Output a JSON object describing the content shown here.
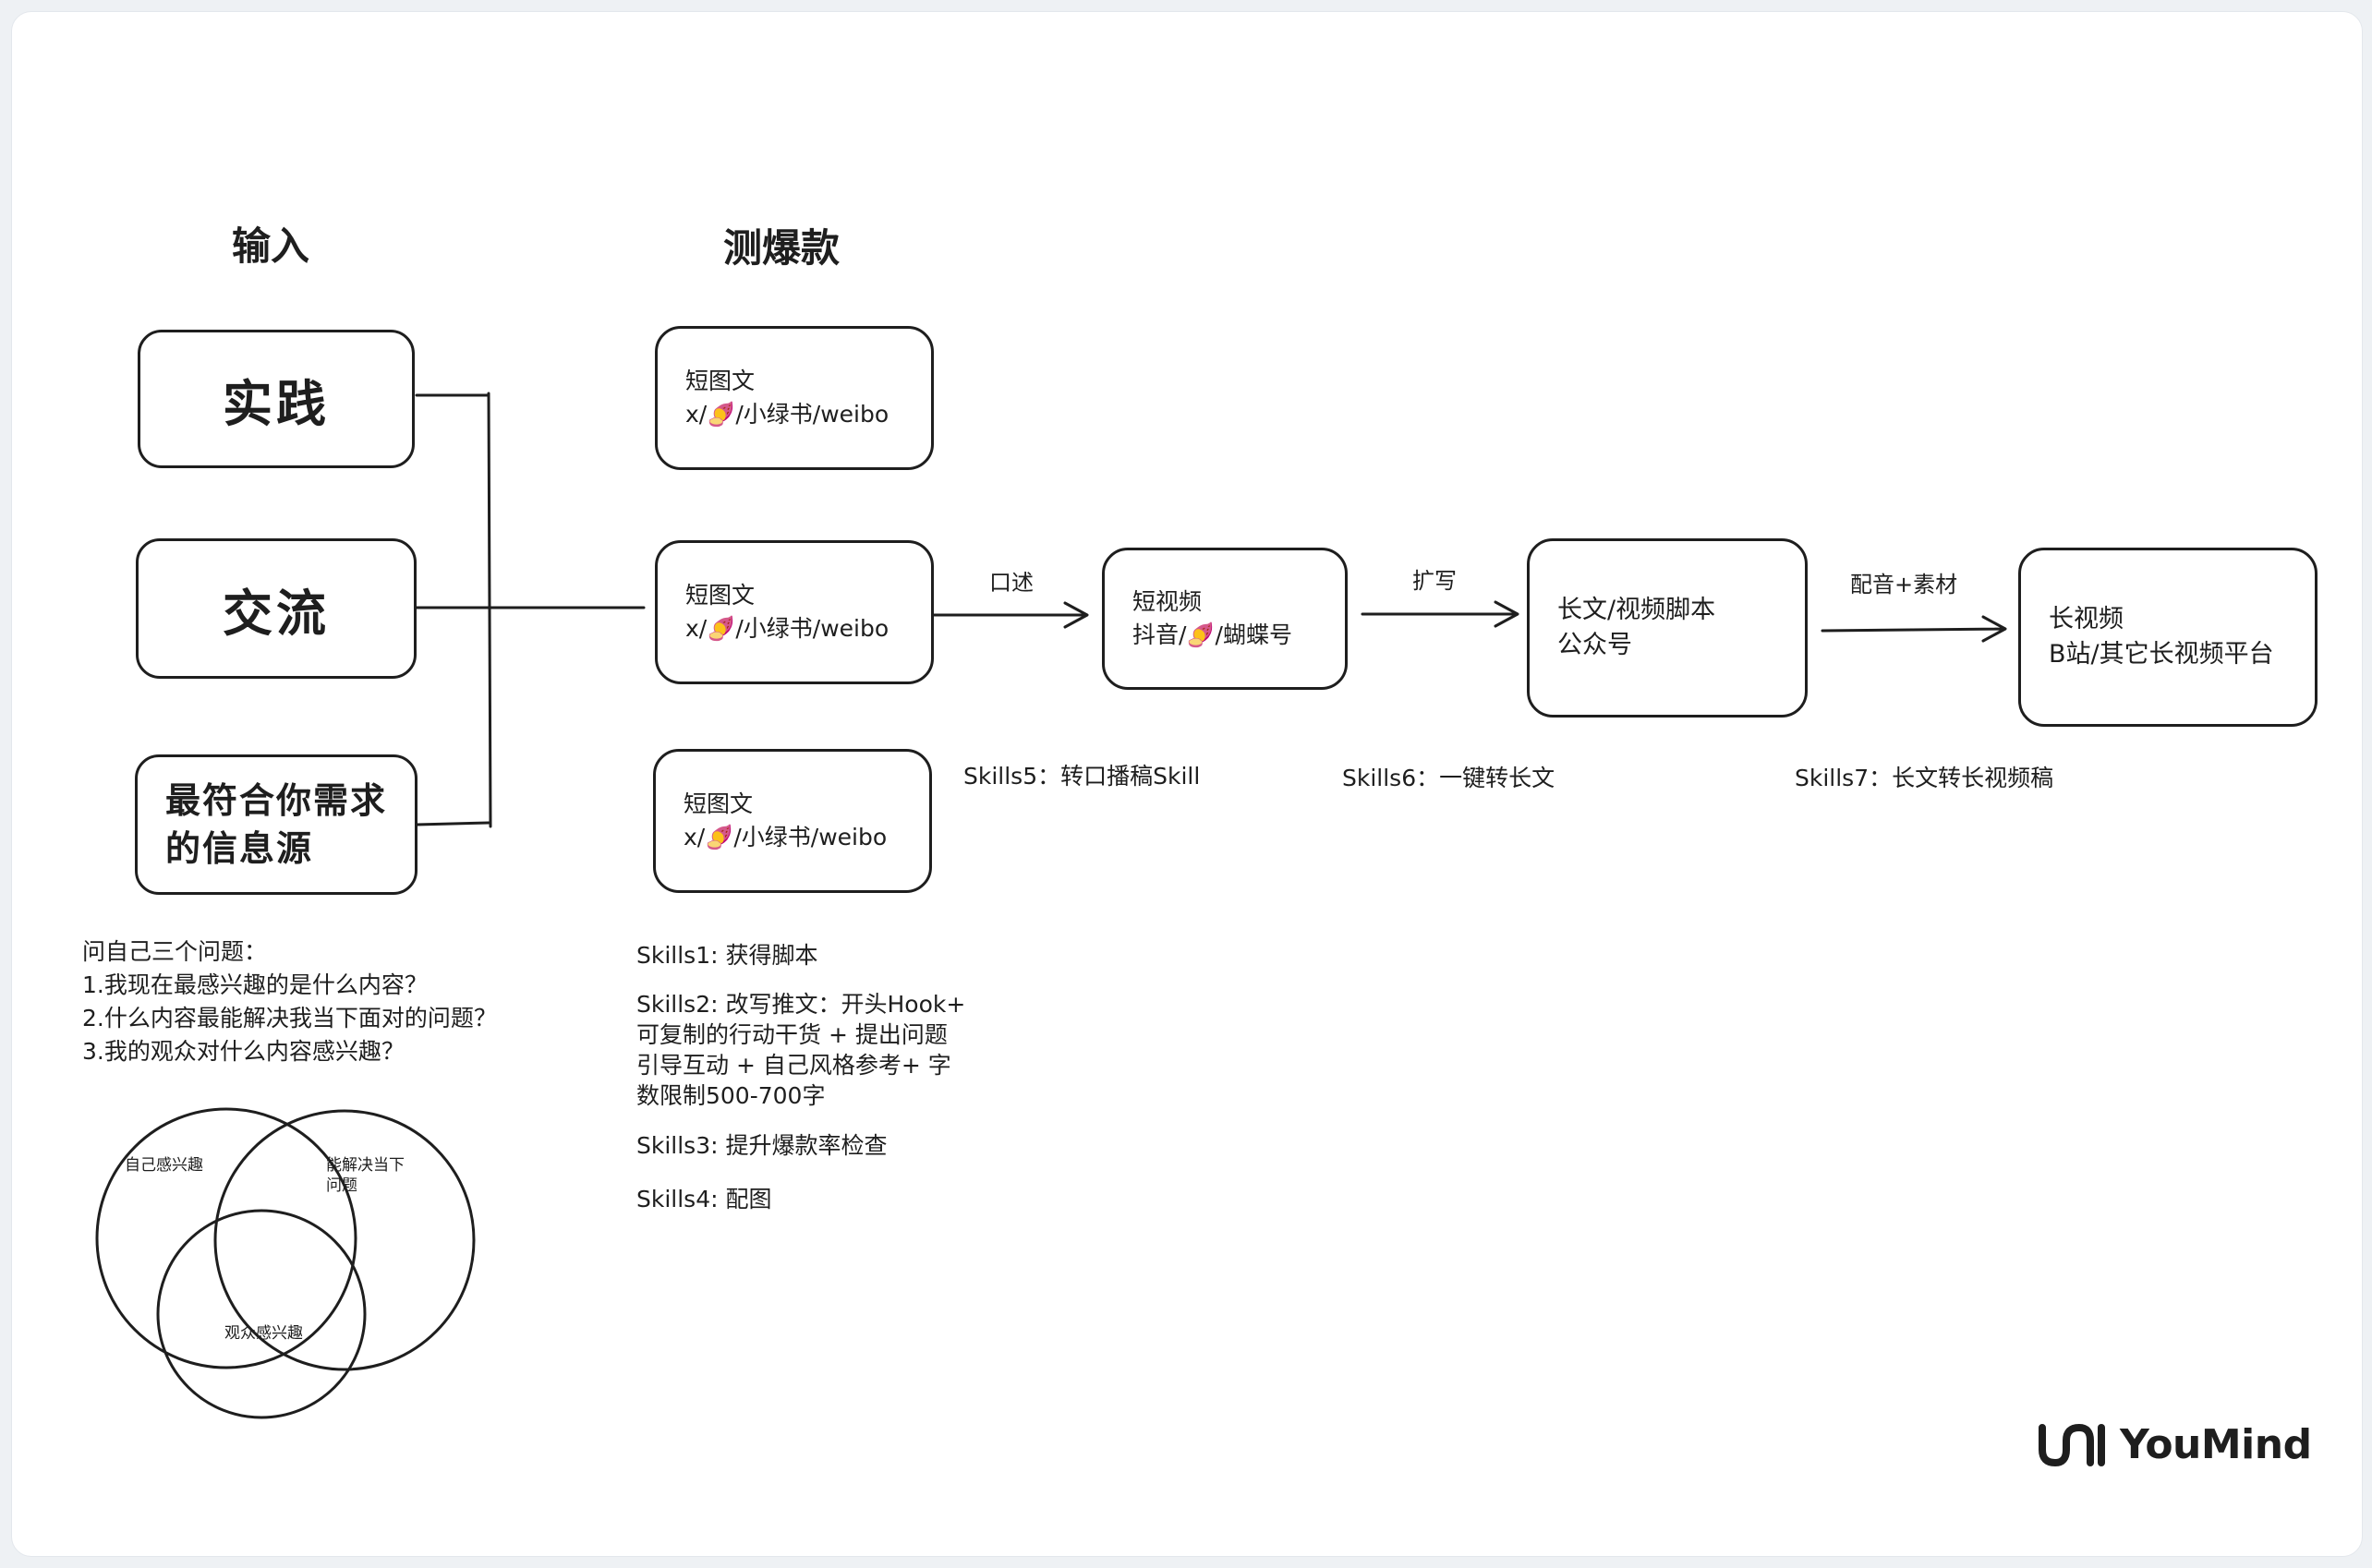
{
  "headings": {
    "input": "输入",
    "test": "测爆款"
  },
  "inputs": [
    {
      "label": "实践"
    },
    {
      "label": "交流"
    },
    {
      "label_line1": "最符合你需求",
      "label_line2": "的信息源"
    }
  ],
  "short_posts": [
    {
      "title": "短图文",
      "platforms": "x/🍠/小绿书/weibo"
    },
    {
      "title": "短图文",
      "platforms": "x/🍠/小绿书/weibo"
    },
    {
      "title": "短图文",
      "platforms": "x/🍠/小绿书/weibo"
    }
  ],
  "flow": {
    "short_video": {
      "title": "短视频",
      "platforms": "抖音/🍠/蝴蝶号"
    },
    "long_article": {
      "title": "长文/视频脚本",
      "platforms": "公众号"
    },
    "long_video": {
      "title": "长视频",
      "platforms": "B站/其它长视频平台"
    },
    "edges": [
      "口述",
      "扩写",
      "配音+素材"
    ],
    "skills": [
      "Skills5：转口播稿Skill",
      "Skills6：一键转长文",
      "Skills7：长文转长视频稿"
    ]
  },
  "questions": {
    "intro": "问自己三个问题：",
    "items": [
      "1.我现在最感兴趣的是什么内容？",
      "2.什么内容最能解决我当下面对的问题？",
      "3.我的观众对什么内容感兴趣？"
    ]
  },
  "venn": {
    "labels": [
      "自己感兴趣",
      "能解决当下",
      "问题",
      "观众感兴趣"
    ]
  },
  "skills_list": {
    "s1": "Skills1: 获得脚本",
    "s2_lines": [
      "Skills2: 改写推文：开头Hook+",
      "可复制的行动干货 + 提出问题",
      "引导互动 + 自己风格参考+ 字",
      "数限制500-700字"
    ],
    "s3": "Skills3: 提升爆款率检查",
    "s4": "Skills4: 配图"
  },
  "brand": {
    "name": "YouMind"
  },
  "colors": {
    "stroke": "#1e1e1e",
    "background": "#ffffff",
    "frame": "#eef1f4"
  }
}
